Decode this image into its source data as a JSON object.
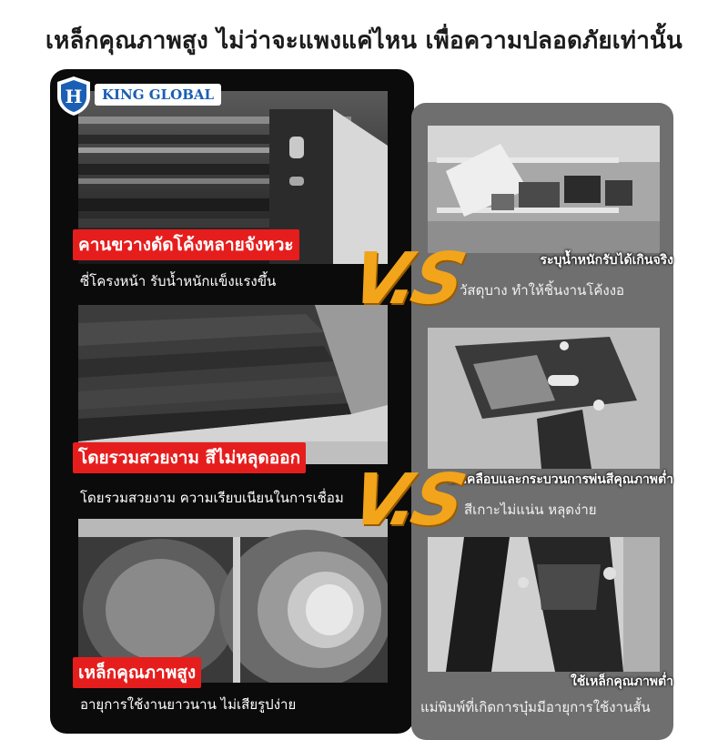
{
  "headline": "เหล็กคุณภาพสูง ไม่ว่าจะแพงแค่ไหน เพื่อความปลอดภัยเท่านั้น",
  "brand": {
    "name": "KING GLOBAL",
    "shield_letter": "H"
  },
  "vs_label": "V.S",
  "colors": {
    "accent_red": "#e61d1d",
    "vs_orange": "#f2a51a",
    "brand_blue": "#1a5fb4",
    "left_panel": "#0b0b0b",
    "right_panel": "#6f6f6f"
  },
  "left_items": [
    {
      "title": "คานขวางดัดโค้งหลายจังหวะ",
      "description": "ซี่โครงหน้า รับน้ำหนักแข็งแรงขึ้น"
    },
    {
      "title": "โดยรวมสวยงาม สีไม่หลุดออก",
      "description": "โดยรวมสวยงาม ความเรียบเนียนในการเชื่อม"
    },
    {
      "title": "เหล็กคุณภาพสูง",
      "description": "อายุการใช้งานยาวนาน ไม่เสียรูปง่าย"
    }
  ],
  "right_items": [
    {
      "title": "ระบุน้ำหนักรับได้เกินจริง",
      "description": "วัสดุบาง ทำให้ชิ้นงานโค้งงอ"
    },
    {
      "title": "ผงเคลือบและกระบวนการพ่นสีคุณภาพต่ำ",
      "description": "สีเกาะไม่แน่น หลุดง่าย"
    },
    {
      "title": "ใช้เหล็กคุณภาพต่ำ",
      "description": "แม่พิมพ์ที่เกิดการบุ๋มมีอายุการใช้งานสั้น"
    }
  ]
}
